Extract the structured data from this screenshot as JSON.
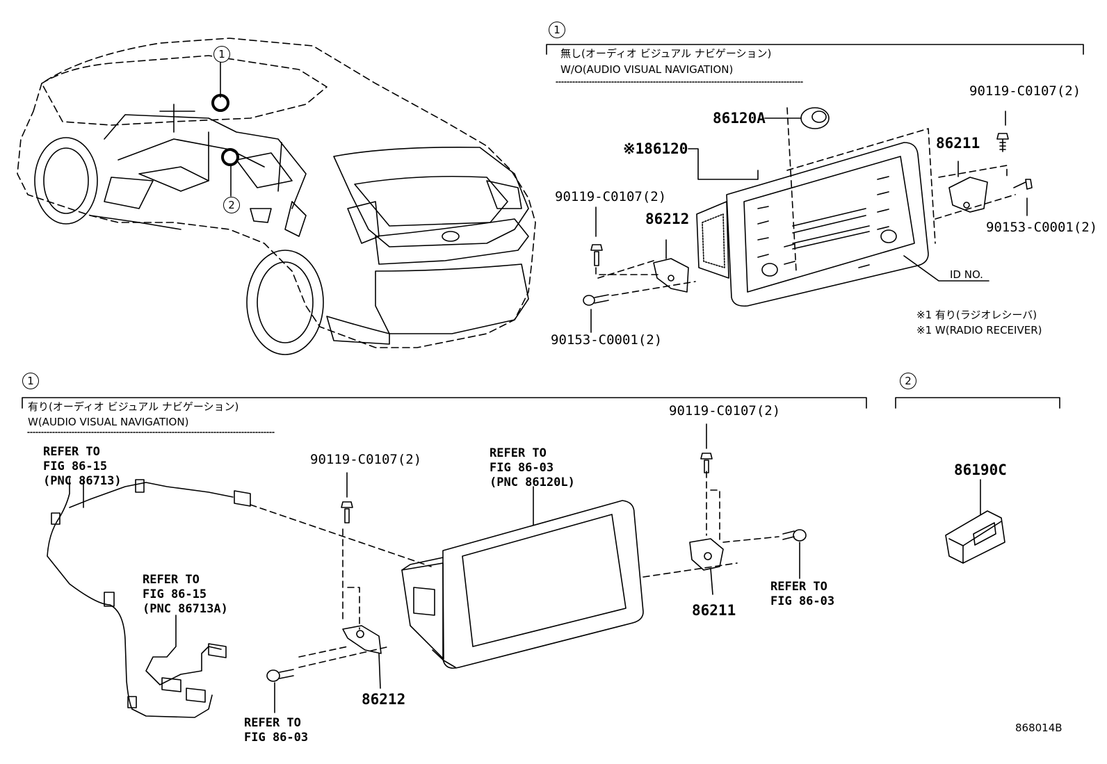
{
  "callouts": {
    "car_1": "1",
    "car_2": "2",
    "sec_top": "1",
    "sec_bottom_left": "1",
    "sec_bottom_right": "2"
  },
  "sections": {
    "top": {
      "caption_jp": "無し(オーディオ ビジュアル ナビゲーション)",
      "caption_en": "W/O(AUDIO VISUAL NAVIGATION)"
    },
    "bottom_left": {
      "caption_jp": "有り(オーディオ ビジュアル ナビゲーション)",
      "caption_en": "W(AUDIO VISUAL NAVIGATION)"
    }
  },
  "parts": {
    "p86120A": "86120A",
    "p86120": "※186120",
    "p86211_top": "86211",
    "p86212_top": "86212",
    "p86211_bottom": "86211",
    "p86212_bottom": "86212",
    "p86190C": "86190C",
    "bolt_a": "90119-C0107(2)",
    "bolt_b": "90119-C0107(2)",
    "bolt_c": "90119-C0107(2)",
    "bolt_d": "90119-C0107(2)",
    "screw_a": "90153-C0001(2)",
    "screw_b": "90153-C0001(2)",
    "id_no": "ID NO."
  },
  "notes": {
    "radio_jp": "※1 有り(ラジオレシーバ)",
    "radio_en": "※1 W(RADIO RECEIVER)"
  },
  "refs": {
    "r1": [
      "REFER TO",
      "FIG 86-15",
      "(PNC 86713)"
    ],
    "r2": [
      "REFER TO",
      "FIG 86-15",
      "(PNC 86713A)"
    ],
    "r3": [
      "REFER TO",
      "FIG 86-03",
      "(PNC 86120L)"
    ],
    "r4": [
      "REFER TO",
      "FIG 86-03"
    ],
    "r5": [
      "REFER TO",
      "FIG 86-03"
    ]
  },
  "figure_id": "868014B"
}
